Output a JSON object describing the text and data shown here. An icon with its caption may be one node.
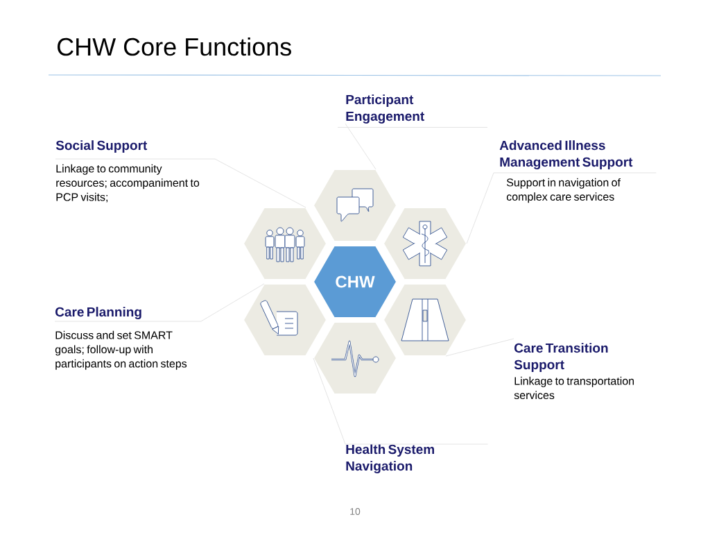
{
  "diagram": {
    "title": "CHW Core Functions",
    "nodes": [
      {
        "text": [
          "Participant Engagement"
        ]
      },
      {
        "text": [
          "Social Support",
          "Linkage to community resources; accompaniment to PCP visits;"
        ]
      },
      {
        "text": [
          "Advanced Illness Management Support",
          "Support in navigation of complex care services"
        ]
      },
      {
        "text": [
          "Care Planning",
          "Discuss and set SMART goals; follow-up with participants on action steps"
        ]
      },
      {
        "text": [
          "Care Transition Support",
          "Linkage to transportation services"
        ]
      },
      {
        "text": [
          "Health System Navigation"
        ]
      },
      {
        "text": [
          "CHW"
        ]
      },
      {
        "text": [],
        "shape": "hexagon"
      },
      {
        "text": [],
        "shape": "hexagon"
      },
      {
        "text": [],
        "shape": "hexagon"
      },
      {
        "text": [],
        "shape": "hexagon"
      },
      {
        "text": [],
        "shape": "hexagon"
      },
      {
        "text": [],
        "shape": "hexagon"
      }
    ],
    "edges": [
      {
        "from": 0,
        "to": 7,
        "arrow": "none"
      },
      {
        "from": 1,
        "to": 8,
        "arrow": "none"
      },
      {
        "from": 2,
        "to": 9,
        "arrow": "none"
      },
      {
        "from": 3,
        "to": 10,
        "arrow": "none"
      },
      {
        "from": 4,
        "to": 11,
        "arrow": "none"
      },
      {
        "from": 5,
        "to": 12,
        "arrow": "none"
      }
    ],
    "labels": [
      "10"
    ]
  }
}
